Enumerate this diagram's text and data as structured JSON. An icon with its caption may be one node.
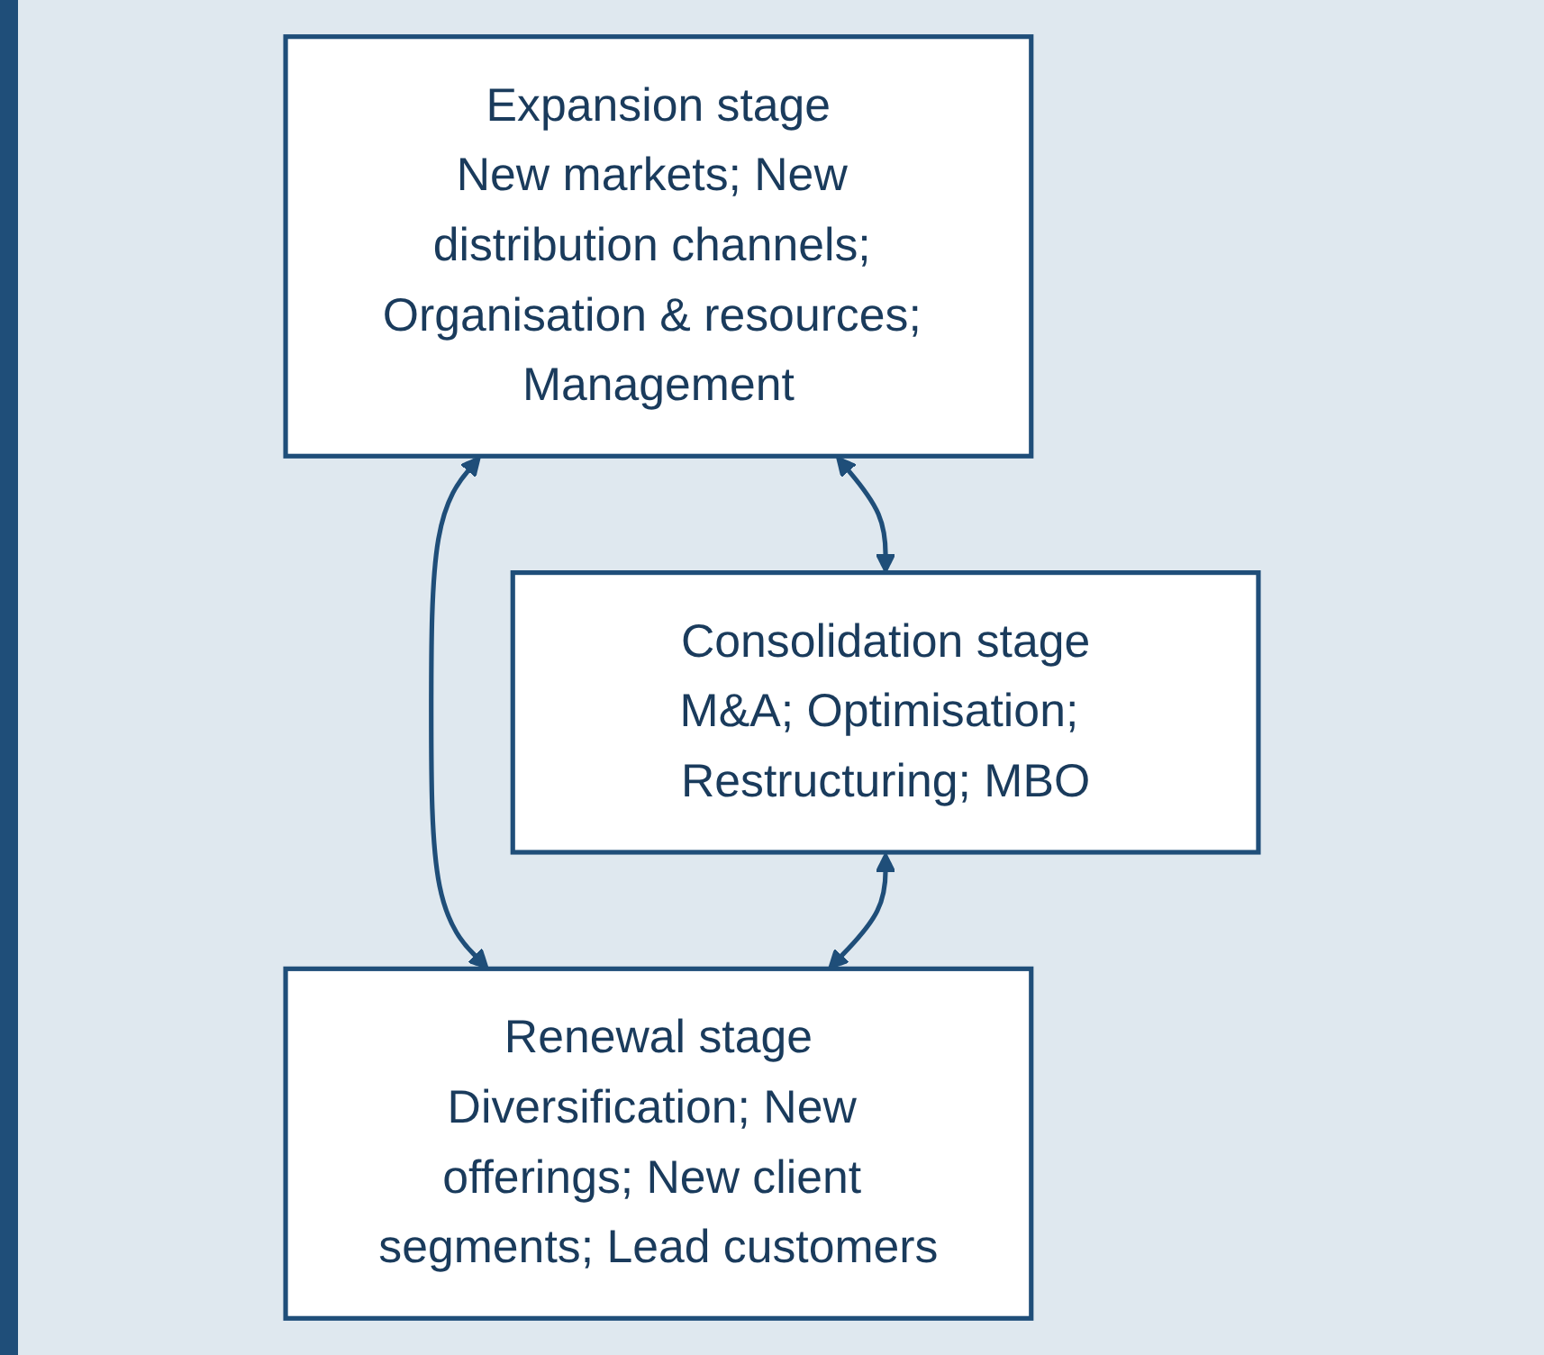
{
  "diagram": {
    "nodes": [
      {
        "text": [
          "Expansion stage",
          "New markets; New distribution channels; Organisation & resources; Management"
        ]
      },
      {
        "text": [
          "Consolidation stage",
          "M&A; Optimisation; Restructuring; MBO"
        ]
      },
      {
        "text": [
          "Renewal stage",
          "Diversification; New offerings; New client segments; Lead customers"
        ]
      }
    ],
    "edges": [
      {
        "from": 0,
        "to": 1,
        "arrow": "both"
      },
      {
        "from": 0,
        "to": 2,
        "arrow": "both"
      },
      {
        "from": 1,
        "to": 2,
        "arrow": "both"
      }
    ]
  }
}
